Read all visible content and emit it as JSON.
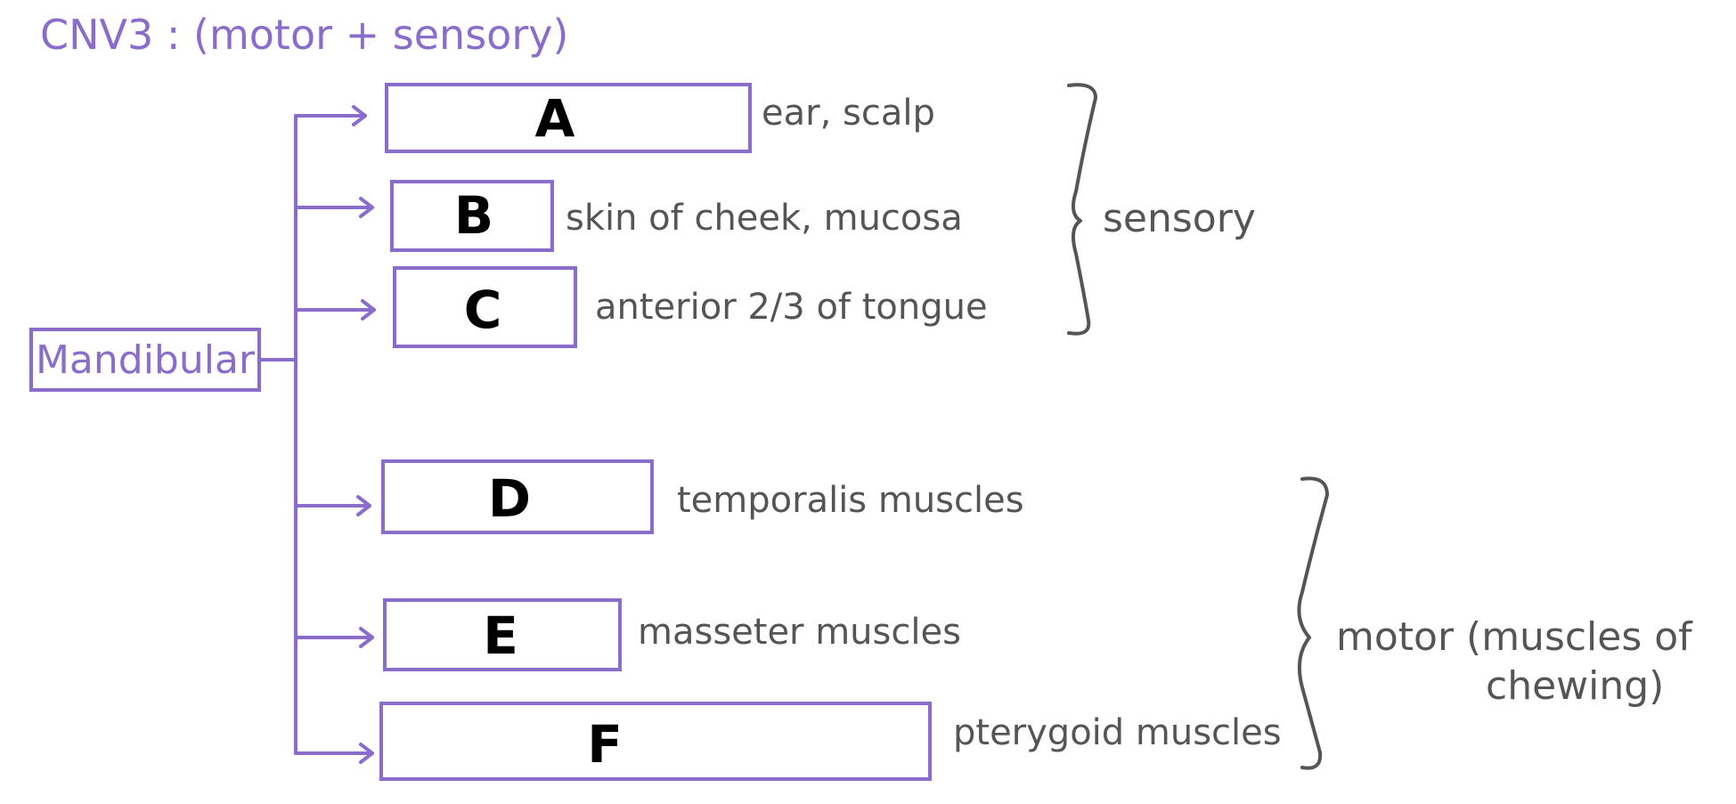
{
  "title": "CNV3 : (motor + sensory)",
  "root": {
    "label": "Mandibular"
  },
  "branches": [
    {
      "letter": "A",
      "description": "ear, scalp"
    },
    {
      "letter": "B",
      "description": "skin of cheek, mucosa"
    },
    {
      "letter": "C",
      "description": "anterior 2/3 of tongue"
    },
    {
      "letter": "D",
      "description": "temporalis muscles"
    },
    {
      "letter": "E",
      "description": "masseter muscles"
    },
    {
      "letter": "F",
      "description": "pterygoid muscles"
    }
  ],
  "groups": {
    "sensory": {
      "label": "sensory"
    },
    "motor": {
      "line1": "motor (muscles of",
      "line2": "chewing)"
    }
  },
  "colors": {
    "accent": "#8a6ccb",
    "annotation": "#555555",
    "letters": "#000000"
  }
}
